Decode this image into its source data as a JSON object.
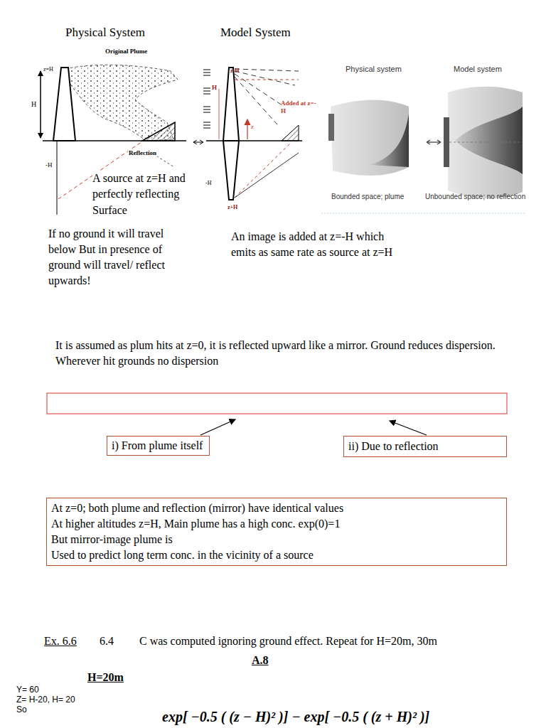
{
  "diagram": {
    "nodes": [
      {
        "text": [
          "i) From plume itself"
        ]
      },
      {
        "text": [
          "ii) Due to reflection"
        ]
      },
      {
        "text": [
          "At z=0; both plume and reflection (mirror) have identical values",
          "At higher altitudes z=H, Main plume has a high conc. exp(0)=1",
          "But mirror-image plume is",
          "Used to predict long term conc. in the vicinity of a source"
        ]
      }
    ],
    "labels": [
      "Physical System",
      "Model System",
      "Original Plume",
      "z=H",
      "H",
      "-H",
      "Reflection",
      "A source at z=H and perfectly reflecting Surface",
      "z-H",
      "H",
      "Added at z=-H",
      "z",
      "-H",
      "z+H",
      "Physical system",
      "Model system",
      "Bounded space; plume",
      "Unbounded space; no reflection",
      "If no ground it will travel below But in presence of ground will travel/ reflect upwards!",
      "An image is added at z=-H which emits as same rate as source at z=H",
      "It is assumed as plum hits at z=0, it is reflected upward like a mirror. Ground reduces dispersion. Wherever hit grounds no dispersion",
      "Ex. 6.6",
      "6.4",
      "C was computed ignoring ground effect. Repeat for H=20m, 30m",
      "A.8",
      "H=20m",
      "Y= 60",
      "Z= H-20, H= 20",
      "So",
      "exp[ −0.5 ( (z − H)² )] − exp[ −0.5 ( (z + H)² )]"
    ]
  }
}
